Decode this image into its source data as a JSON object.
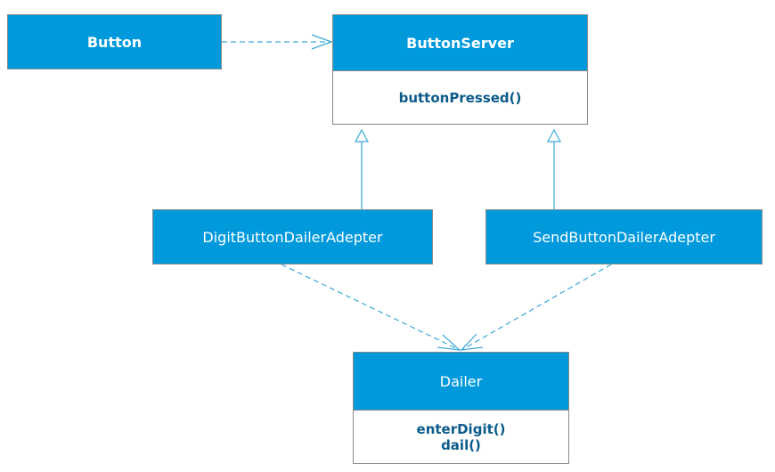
{
  "diagram": {
    "nodes": {
      "button": {
        "label": "Button"
      },
      "button_server": {
        "label": "ButtonServer",
        "methods": [
          "buttonPressed()"
        ]
      },
      "digit_adapter": {
        "label": "DigitButtonDailerAdepter"
      },
      "send_adapter": {
        "label": "SendButtonDailerAdepter"
      },
      "dailer": {
        "label": "Dailer",
        "methods": [
          "enterDigit()",
          "dail()"
        ]
      }
    },
    "edges": [
      {
        "from": "button",
        "to": "button_server",
        "kind": "dependency"
      },
      {
        "from": "digit_adapter",
        "to": "button_server",
        "kind": "realization"
      },
      {
        "from": "send_adapter",
        "to": "button_server",
        "kind": "realization"
      },
      {
        "from": "digit_adapter",
        "to": "dailer",
        "kind": "dependency"
      },
      {
        "from": "send_adapter",
        "to": "dailer",
        "kind": "dependency"
      }
    ],
    "colors": {
      "header_fill": "#0099dc",
      "method_text": "#0a5a8a",
      "edge_line": "#3aa9d6",
      "border": "#8a8a8a"
    }
  }
}
